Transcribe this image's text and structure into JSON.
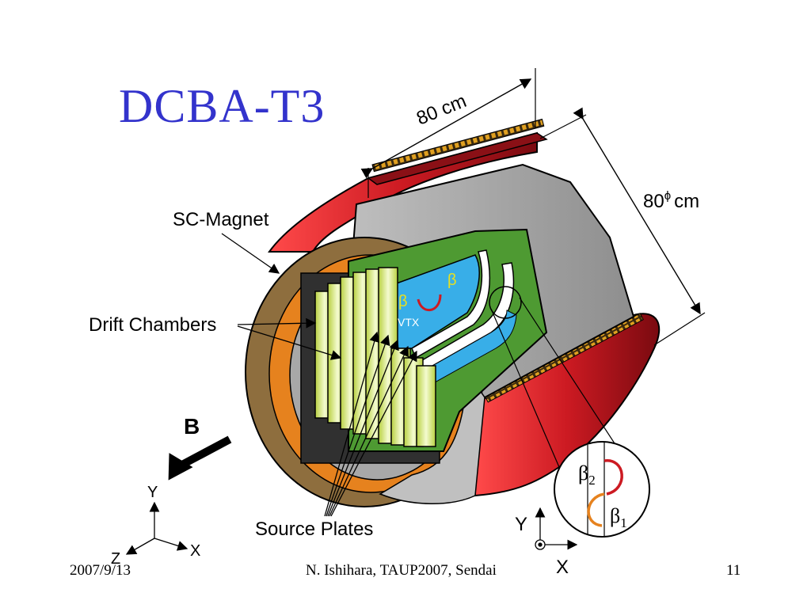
{
  "slide": {
    "title": "DCBA-T3",
    "page_number": "11",
    "footer_date": "2007/9/13",
    "footer_author": "N. Ishihara, TAUP2007, Sendai"
  },
  "diagram": {
    "dimension_length": "80 cm",
    "dimension_diameter_value": "80",
    "dimension_diameter_symbol": "ϕ",
    "dimension_diameter_unit": "cm",
    "label_magnet": "SC-Magnet",
    "label_drift": "Drift Chambers",
    "label_source": "Source Plates",
    "label_field": "B",
    "label_vtx": "VTX",
    "beta": "β",
    "beta_sub_1": "1",
    "beta_sub_2": "2",
    "axes_left": {
      "y": "Y",
      "z": "Z",
      "x": "X"
    },
    "axes_right": {
      "y": "Y",
      "x": "X"
    }
  },
  "colors": {
    "title": "#3333cc",
    "magnet_red": "#cc1a22",
    "magnet_brown": "#8e6e3e",
    "magnet_orange": "#e6821e",
    "chamber_green": "#c8dc4a",
    "board_green": "#4e9a32",
    "vtx_blue": "#38aee8",
    "beta_yellow": "#e8e020"
  }
}
